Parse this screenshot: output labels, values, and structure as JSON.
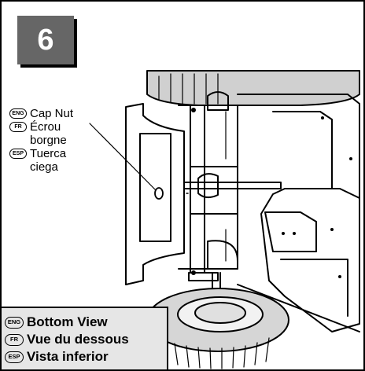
{
  "step": {
    "number": "6"
  },
  "callout": {
    "langs": [
      "ENG",
      "FR",
      "ESP"
    ],
    "eng": "Cap Nut",
    "fr_line1": "Écrou",
    "fr_line2": "borgne",
    "esp_line1": "Tuerca",
    "esp_line2": "ciega"
  },
  "view_label": {
    "langs": [
      "ENG",
      "FR",
      "ESP"
    ],
    "eng": "Bottom View",
    "fr": "Vue du dessous",
    "esp": "Vista inferior"
  },
  "colors": {
    "badge": "#666666",
    "label_bg": "#e6e6e6",
    "ink": "#000000"
  },
  "icons": [
    "tire-icon",
    "wheel-icon",
    "cap-nut-icon"
  ]
}
